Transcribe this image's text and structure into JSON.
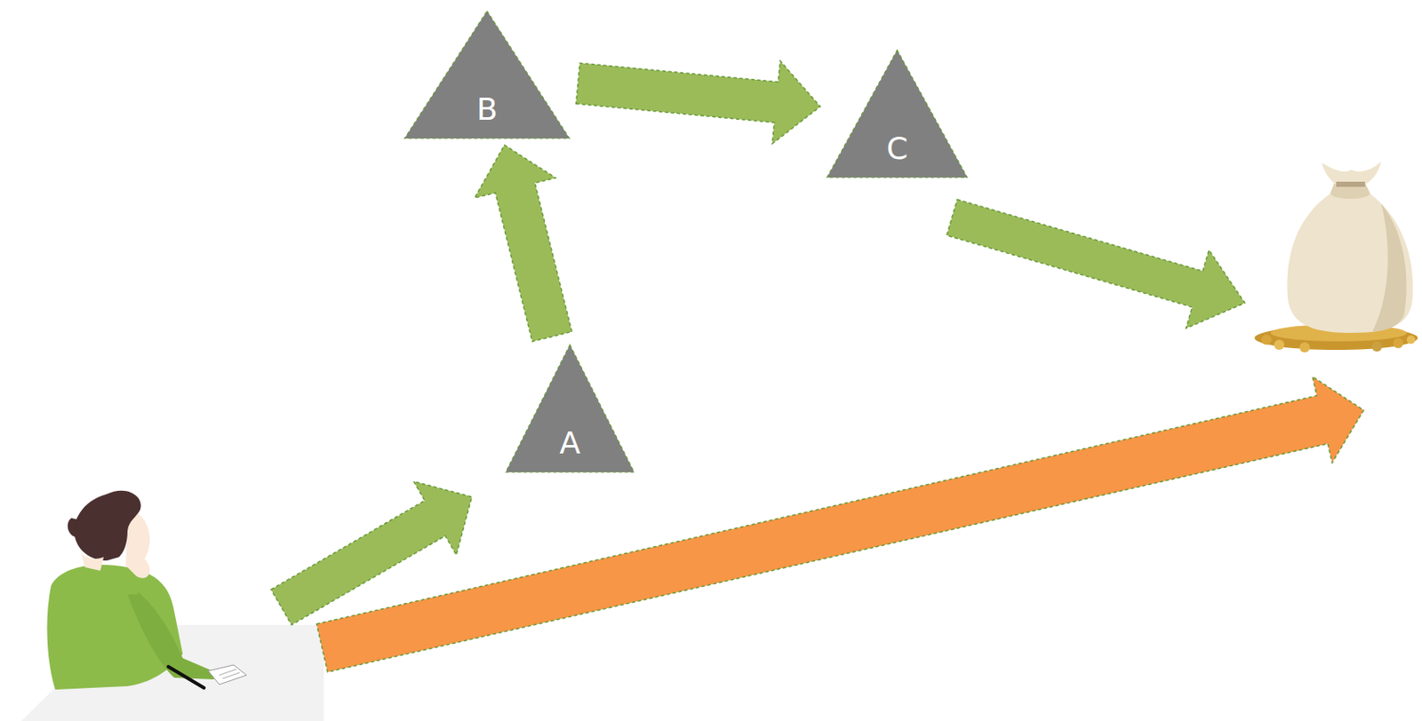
{
  "diagram": {
    "nodes": [
      {
        "text": [
          "B"
        ]
      },
      {
        "text": [
          "C"
        ]
      },
      {
        "text": [
          "A"
        ]
      }
    ],
    "edges": [
      {
        "from": 2,
        "to": 0,
        "arrow": "to"
      },
      {
        "from": 0,
        "to": 1,
        "arrow": "to"
      }
    ]
  }
}
